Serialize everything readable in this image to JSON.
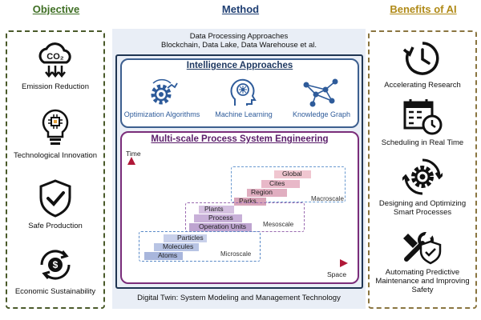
{
  "columns": {
    "objective": "Objective",
    "method": "Method",
    "benefits": "Benefits of AI"
  },
  "objective_items": [
    {
      "label": "Emission Reduction",
      "icon": "co2-cloud-icon"
    },
    {
      "label": "Technological Innovation",
      "icon": "lightbulb-chip-icon"
    },
    {
      "label": "Safe Production",
      "icon": "shield-check-icon"
    },
    {
      "label": "Economic Sustainability",
      "icon": "dollar-cycle-icon"
    }
  ],
  "benefit_items": [
    {
      "label": "Accelerating Research",
      "icon": "clock-arrow-icon"
    },
    {
      "label": "Scheduling in Real Time",
      "icon": "calendar-clock-icon"
    },
    {
      "label": "Designing and Optimizing Smart Processes",
      "icon": "gear-cycle-icon"
    },
    {
      "label": "Automating Predictive Maintenance and Improving Safety",
      "icon": "wrench-shield-icon"
    }
  ],
  "method": {
    "data_processing_title": "Data Processing Approaches",
    "data_processing_items": "Blockchain, Data Lake, Data Warehouse et al.",
    "intelligence_title": "Intelligence Approaches",
    "intelligence_items": [
      {
        "label": "Optimization Algorithms",
        "icon": "gear-graph-icon"
      },
      {
        "label": "Machine Learning",
        "icon": "brain-head-icon"
      },
      {
        "label": "Knowledge Graph",
        "icon": "network-graph-icon"
      }
    ],
    "multiscale_title": "Multi-scale Process System Engineering",
    "digital_twin": "Digital Twin: System Modeling and Management Technology"
  },
  "multiscale": {
    "y_axis": "Time",
    "x_axis": "Space",
    "scales": [
      {
        "name": "Microscale",
        "levels": [
          "Particles",
          "Molecules",
          "Atoms"
        ]
      },
      {
        "name": "Mesoscale",
        "levels": [
          "Plants",
          "Process",
          "Operation Units"
        ]
      },
      {
        "name": "Macroscale",
        "levels": [
          "Global",
          "Cites",
          "Region",
          "Parks"
        ]
      }
    ]
  },
  "colors": {
    "objective": "#3f6f24",
    "method": "#1f3f73",
    "benefits": "#b08a17",
    "microscale": "#8aa0d0",
    "mesoscale": "#a880b8",
    "macroscale": "#d898ae"
  }
}
